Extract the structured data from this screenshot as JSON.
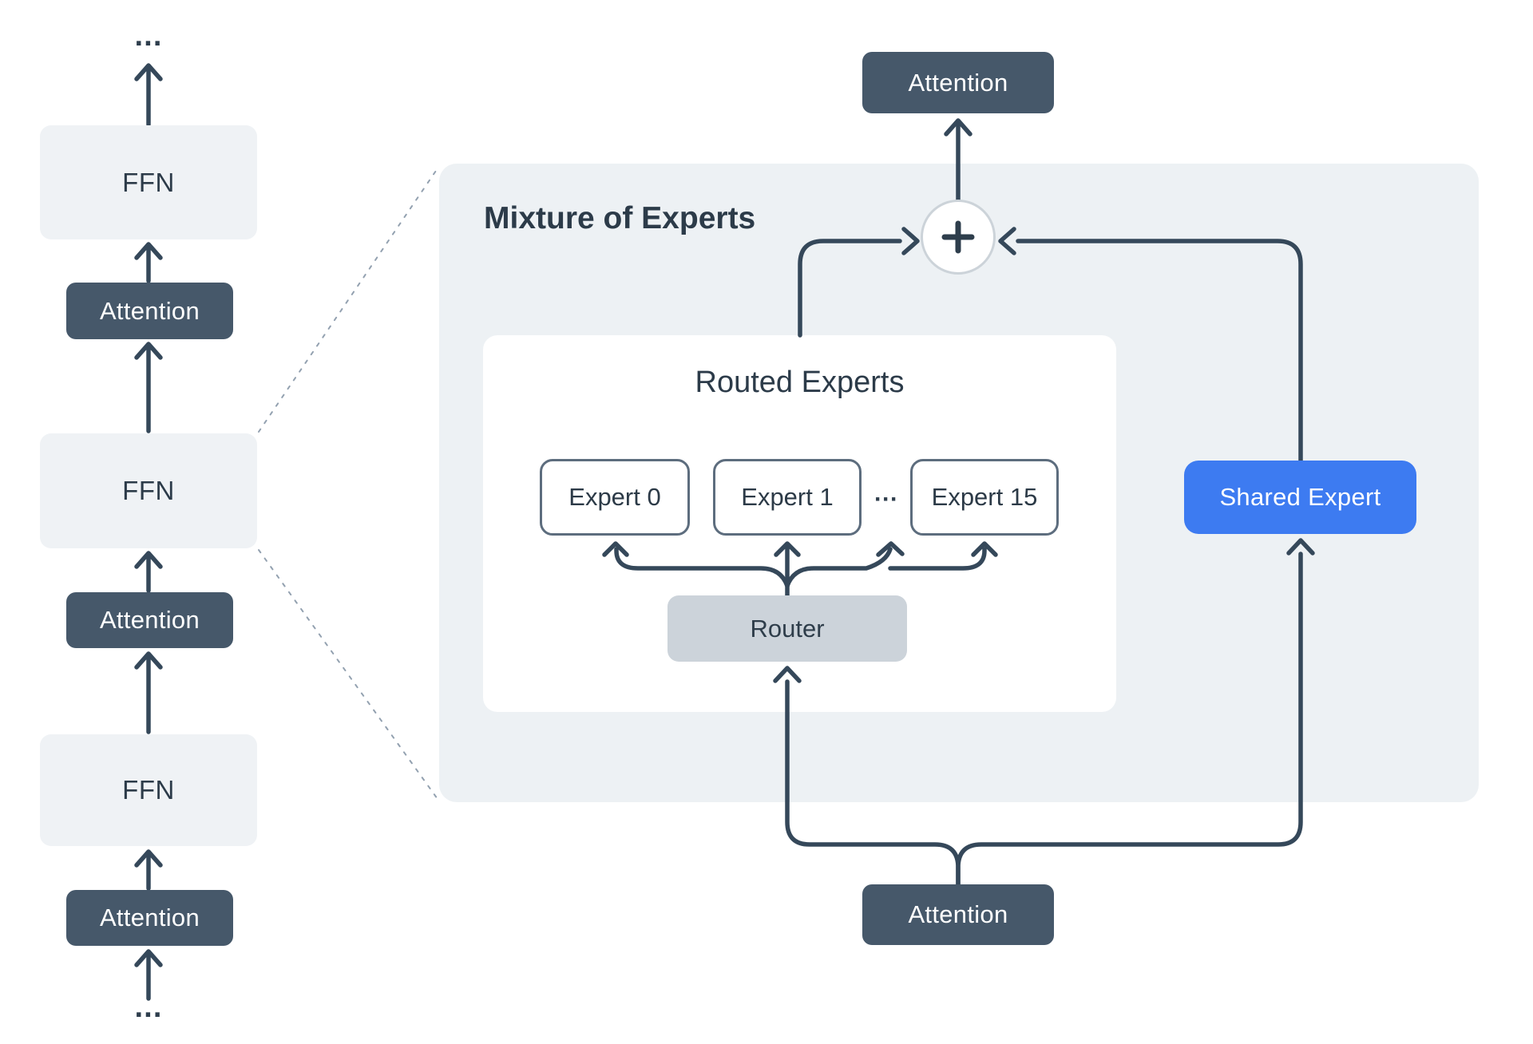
{
  "transformer_stack": {
    "ellipsis_top": "···",
    "ellipsis_bottom": "···",
    "blocks": [
      {
        "label": "FFN"
      },
      {
        "label": "Attention"
      },
      {
        "label": "FFN"
      },
      {
        "label": "Attention"
      },
      {
        "label": "FFN"
      },
      {
        "label": "Attention"
      }
    ]
  },
  "moe_panel": {
    "title": "Mixture of Experts",
    "attention_top_label": "Attention",
    "attention_bottom_label": "Attention",
    "sum_symbol": "+",
    "routed_experts": {
      "title": "Routed Experts",
      "experts": [
        {
          "label": "Expert 0"
        },
        {
          "label": "Expert 1"
        },
        {
          "label": "Expert 15"
        }
      ],
      "ellipsis": "···",
      "router_label": "Router"
    },
    "shared_expert_label": "Shared Expert"
  },
  "icons": {
    "sum_icon": "plus-icon",
    "arrows": "up-arrow-connectors"
  },
  "colors": {
    "attention_box": "#46586a",
    "ffn_box": "#eff2f5",
    "moe_panel_bg": "#edf1f4",
    "routed_panel_bg": "#ffffff",
    "router_box": "#ccd3da",
    "expert_border": "#5d6d7e",
    "shared_expert_blue": "#3d7bf1",
    "arrow": "#35485a",
    "title_text": "#2c3b49",
    "dashed_line": "#93a1b0",
    "sum_circle_border": "#ccd3d9"
  }
}
